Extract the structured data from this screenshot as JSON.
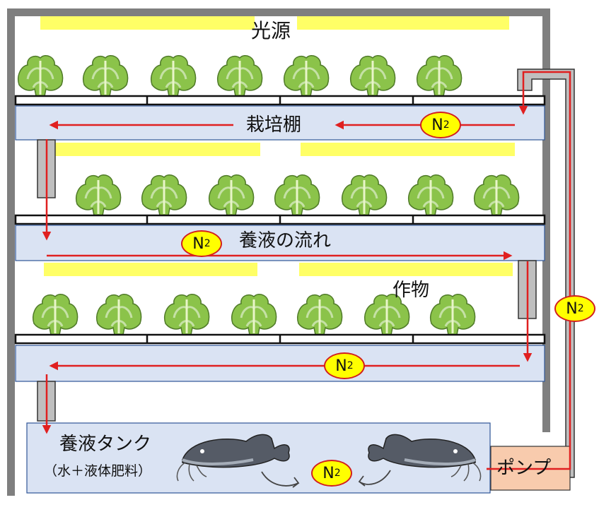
{
  "labels": {
    "light_source": "光源",
    "cultivation_shelf": "栽培棚",
    "nutrient_flow": "養液の流れ",
    "crops": "作物",
    "tank_title": "養液タンク",
    "tank_sub": "（水＋液体肥料）",
    "pump": "ポンプ"
  },
  "nitrogen": {
    "symbol": "N",
    "subscript": "2"
  },
  "colors": {
    "frame": "#7f7f7f",
    "shelf_fill": "#dae3f3",
    "shelf_border": "#2f5597",
    "light": "#ffff66",
    "arrow": "#e02020",
    "pump_fill": "#f8cbad",
    "n2_fill": "#ffff00",
    "lettuce": "#7cb342",
    "fish": "#555b66"
  },
  "icons": [
    "lettuce-icon",
    "catfish-icon",
    "arrow-icon",
    "pipe-icon"
  ]
}
